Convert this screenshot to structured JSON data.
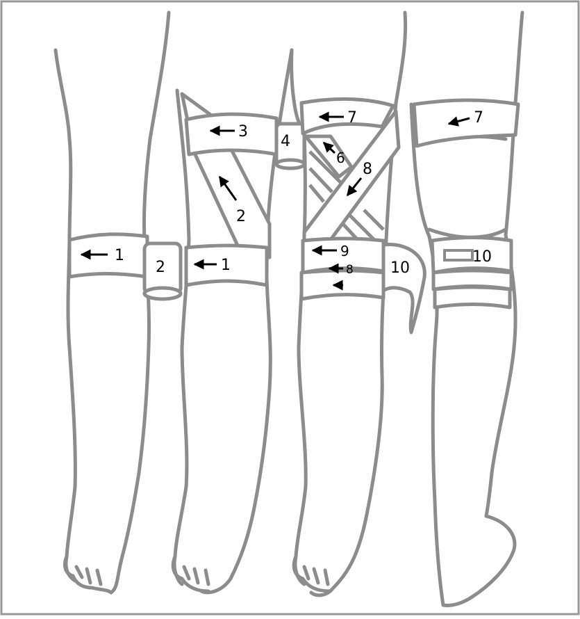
{
  "colors": {
    "outline": "#8c8c8c",
    "background": "#ffffff",
    "text": "#000000"
  },
  "labels": {
    "leg1_band1": "1",
    "band2": "2",
    "leg2_band1": "1",
    "leg2_diag2": "2",
    "leg2_band3": "3",
    "band4": "4",
    "leg3_band6": "6",
    "leg3_band7": "7",
    "leg3_band8": "8",
    "leg3_band9": "9",
    "leg3_band8_lower": "8",
    "leg3_band10": "10",
    "leg4_band7": "7",
    "leg4_band10": "10"
  }
}
